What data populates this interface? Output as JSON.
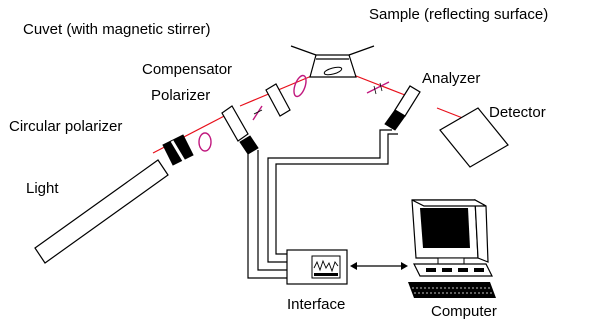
{
  "labels": {
    "cuvet": "Cuvet (with magnetic stirrer)",
    "sample": "Sample (reflecting surface)",
    "compensator": "Compensator",
    "polarizer": "Polarizer",
    "analyzer": "Analyzer",
    "detector": "Detector",
    "circular_polarizer": "Circular polarizer",
    "light": "Light",
    "interface": "Interface",
    "computer": "Computer"
  },
  "colors": {
    "beam": "#e8101b",
    "polarization": "#c0187e",
    "ink": "#000000"
  }
}
